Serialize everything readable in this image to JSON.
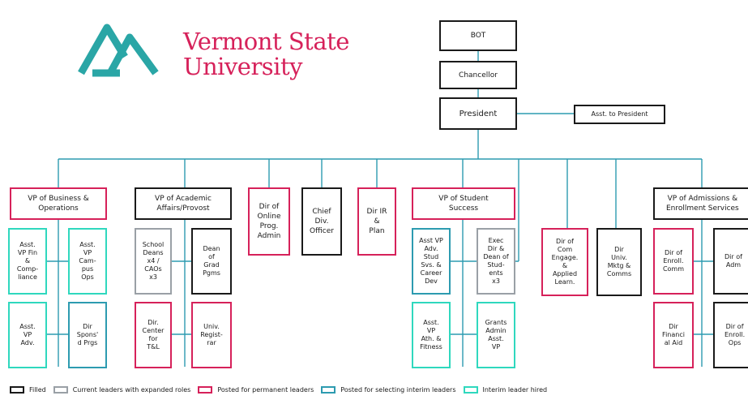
{
  "logo": {
    "line1": "Vermont State",
    "line2": "University",
    "colors": {
      "mark": "#2aa6a6",
      "text": "#d6215a"
    }
  },
  "colors": {
    "filled": "#1a1a1a",
    "expanded": "#9aa0a6",
    "posted": "#d6215a",
    "interim_selecting": "#2d9bb0",
    "interim_hired": "#2fd8be",
    "connector": "#2d9bb0"
  },
  "org": {
    "bot": "BOT",
    "chancellor": "Chancellor",
    "president": "President",
    "asst_president": "Asst. to President",
    "vp_business": "VP of Business &\nOperations",
    "asst_vp_fin": "Asst.\nVP Fin\n&\nComp-\nliance",
    "asst_vp_campus": "Asst.\nVP\nCam-\npus\nOps",
    "asst_vp_adv": "Asst.\nVP\nAdv.",
    "dir_spons": "Dir\nSpons'\nd Prgs",
    "vp_academic": "VP of Academic\nAffairs/Provost",
    "school_deans": "School\nDeans\nx4 /\nCAOs\nx3",
    "dean_grad": "Dean\nof\nGrad\nPgms",
    "dir_center_tl": "Dir.\nCenter\nfor\nT&L",
    "univ_registrar": "Univ.\nRegist-\nrar",
    "dir_online": "Dir of\nOnline\nProg.\nAdmin",
    "chief_div": "Chief\nDiv.\nOfficer",
    "dir_ir": "Dir IR\n&\nPlan",
    "vp_student": "VP of Student\nSuccess",
    "asst_vp_stud": "Asst VP\nAdv.\nStud\nSvs. &\nCareer\nDev",
    "exec_dir": "Exec\nDir &\nDean of\nStud-\nents\nx3",
    "asst_vp_ath": "Asst.\nVP\nAth. &\nFitness",
    "grants_admin": "Grants\nAdmin\nAsst.\nVP",
    "dir_com_engage": "Dir of\nCom\nEngage.\n&\nApplied\nLearn.",
    "dir_univ_mktg": "Dir\nUniv.\nMktg &\nComms",
    "vp_admissions": "VP of Admissions &\nEnrollment Services",
    "dir_enroll_comm": "Dir of\nEnroll.\nComm",
    "dir_adm": "Dir of\nAdm",
    "dir_financial_aid": "Dir\nFinanci\nal Aid",
    "dir_enroll_ops": "Dir of\nEnroll.\nOps"
  },
  "legend": [
    {
      "label": "Filled",
      "color": "#1a1a1a"
    },
    {
      "label": "Current leaders with expanded roles",
      "color": "#9aa0a6"
    },
    {
      "label": "Posted for permanent leaders",
      "color": "#d6215a"
    },
    {
      "label": "Posted for selecting interim leaders",
      "color": "#2d9bb0"
    },
    {
      "label": "Interim leader hired",
      "color": "#2fd8be"
    }
  ]
}
